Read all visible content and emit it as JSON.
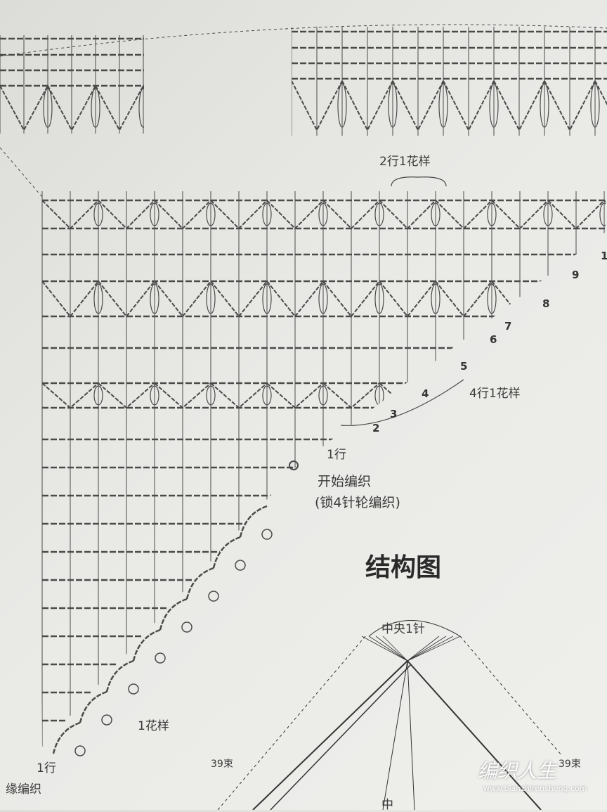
{
  "diagram": {
    "repeat_top": "2行1花样",
    "repeat_side": "4行1花样",
    "row_1": "1行",
    "row_numbers": [
      "2",
      "3",
      "4",
      "5",
      "6",
      "7",
      "8",
      "9",
      "1"
    ],
    "start_label": "开始编织",
    "start_note": "(锁4针轮编织)",
    "edge_repeat": "1花样",
    "edge_row": "1行",
    "edge_name": "缘编织"
  },
  "structure": {
    "title": "结构图",
    "center": "中央1针",
    "left_count": "39束",
    "right_count": "39束",
    "center_mark": "中"
  },
  "watermark": {
    "name": "编织人生",
    "url": "www.bianzhirensheng.com"
  },
  "colors": {
    "ink": "#3a3a3a",
    "paper": "#e8e8e5"
  }
}
